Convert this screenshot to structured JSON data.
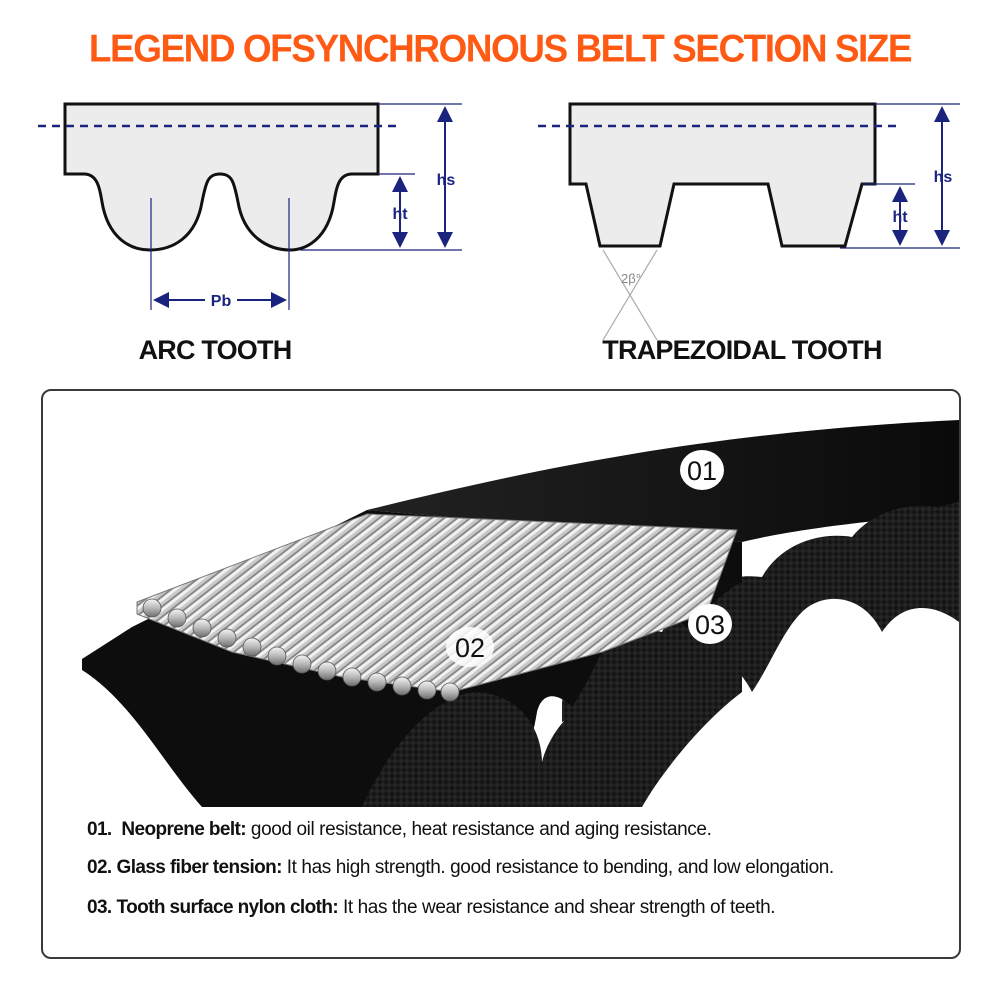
{
  "title": "LEGEND OFSYNCHRONOUS BELT SECTION SIZE",
  "arc": {
    "caption": "ARC TOOTH",
    "labels": {
      "hs": "hs",
      "ht": "ht",
      "pb": "Pb"
    }
  },
  "trapezoidal": {
    "caption": "TRAPEZOIDAL TOOTH",
    "labels": {
      "hs": "hs",
      "ht": "ht",
      "angle": "2β°"
    }
  },
  "belt": {
    "callouts": [
      "01",
      "02",
      "03"
    ],
    "items": [
      {
        "num": "01.",
        "name": "Neoprene belt:",
        "text": "good oil resistance, heat resistance and aging resistance."
      },
      {
        "num": "02.",
        "name": "Glass fiber tension:",
        "text": "It has high strength. good resistance to bending, and low elongation."
      },
      {
        "num": "03.",
        "name": "Tooth surface nylon cloth:",
        "text": "It has the wear resistance and shear strength of teeth."
      }
    ]
  },
  "colors": {
    "title": "#ff5a14",
    "dimension": "#1a237e",
    "belt": "#0d0d0d"
  }
}
